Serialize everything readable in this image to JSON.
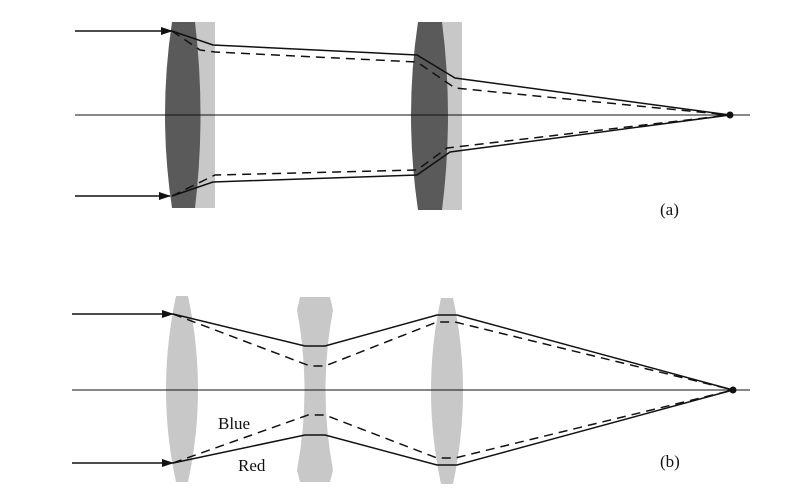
{
  "panels": [
    {
      "id": "a",
      "label": "(a)"
    },
    {
      "id": "b",
      "label": "(b)",
      "ray_labels": {
        "blue": "Blue",
        "red": "Red"
      }
    },
    {
      "id": "colors",
      "dark_glass": "#5a5a5a",
      "light_glass": "#c8c8c8",
      "ink": "#111111"
    }
  ]
}
